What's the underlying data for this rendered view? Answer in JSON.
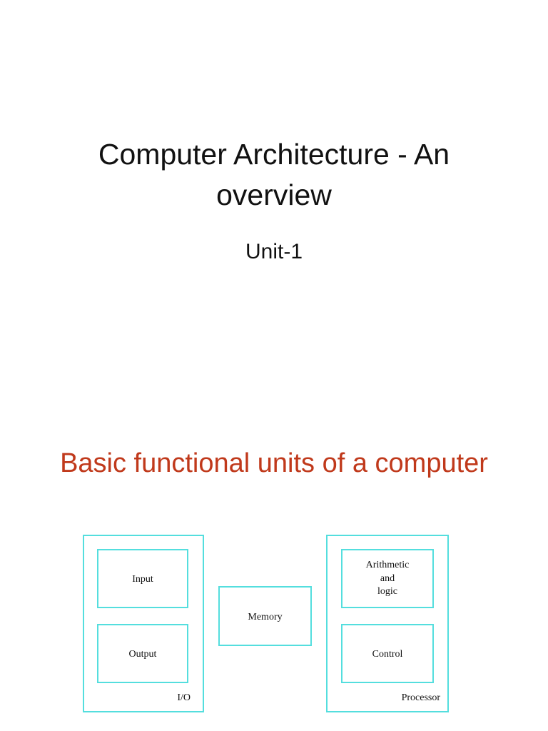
{
  "slide1": {
    "title_line1": "Computer Architecture - An",
    "title_line2": "overview",
    "subtitle": "Unit-1"
  },
  "slide2": {
    "heading": "Basic functional units of a computer",
    "diagram": {
      "io_group": {
        "label": "I/O",
        "input_label": "Input",
        "output_label": "Output"
      },
      "memory_label": "Memory",
      "processor_group": {
        "label": "Processor",
        "alu_label_lines": [
          "Arithmetic",
          "and",
          "logic"
        ],
        "control_label": "Control"
      }
    },
    "colors": {
      "heading": "#c0391b",
      "box_border": "#54dede"
    }
  }
}
